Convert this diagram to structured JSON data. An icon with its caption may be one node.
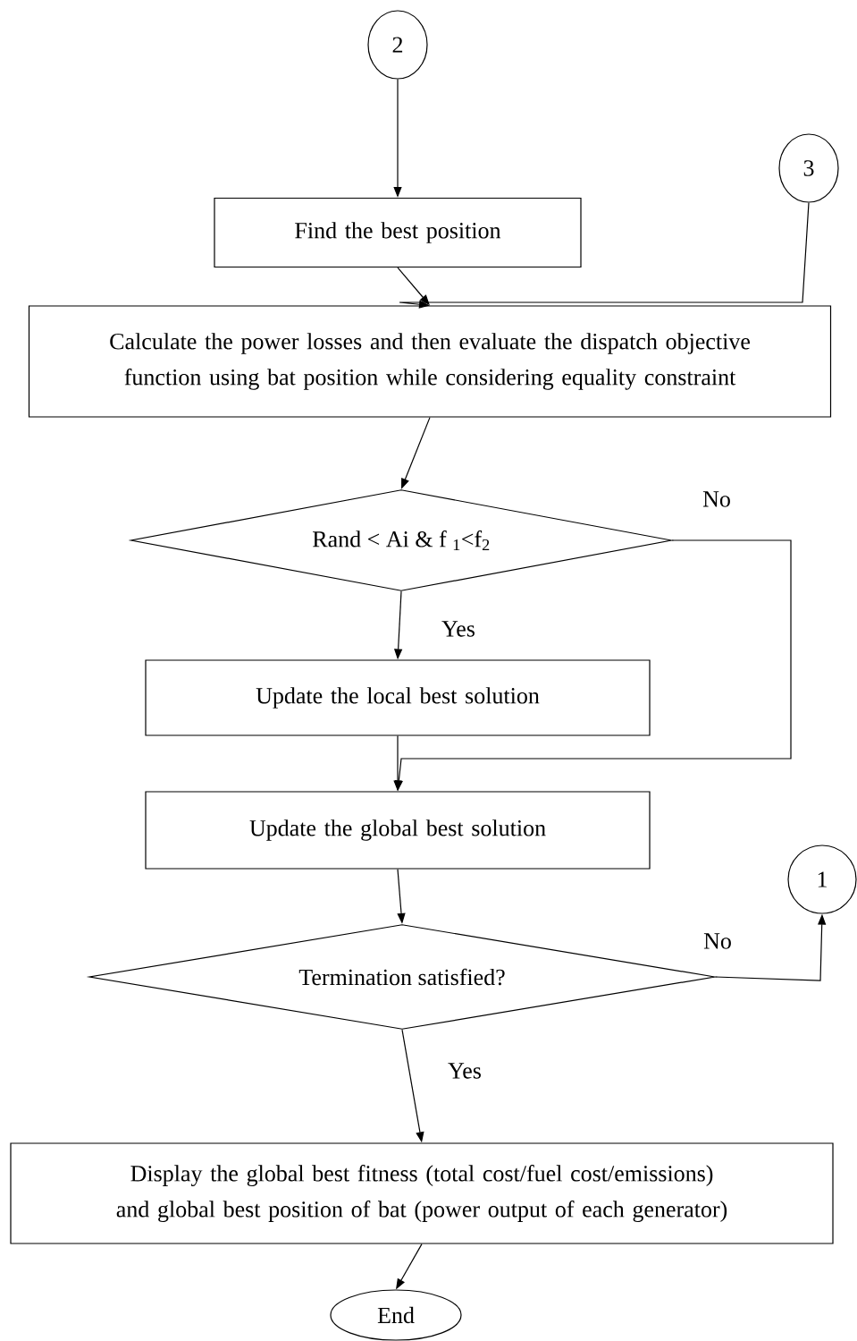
{
  "diagram": {
    "nodes": [
      {
        "text": [
          "2"
        ]
      },
      {
        "text": [
          "Find the best position"
        ]
      },
      {
        "text": [
          "Calculate the power losses and then evaluate the dispatch objective function using bat position while considering equality constraint"
        ]
      },
      {
        "text": [
          "3"
        ]
      },
      {
        "text": [
          "Rand < Ai & f $_{1}$<f$_{2}$"
        ]
      },
      {
        "text": [
          "Update the local best solution"
        ]
      },
      {
        "text": [
          "Update the global best solution"
        ]
      },
      {
        "text": [
          "1"
        ]
      },
      {
        "text": [
          "Termination satisfied?"
        ]
      },
      {
        "text": [
          "Display the global best fitness (total cost/fuel cost/emissions) and global best position of bat (power output of each generator)"
        ]
      },
      {
        "text": [
          "End"
        ]
      }
    ],
    "edges": [
      {
        "from": 0,
        "to": 1,
        "arrow": "to"
      },
      {
        "from": 1,
        "to": 2,
        "arrow": "to"
      },
      {
        "from": 3,
        "to": 2,
        "arrow": "to"
      },
      {
        "from": 2,
        "to": 4,
        "arrow": "to"
      },
      {
        "from": 4,
        "to": 5,
        "arrow": "to",
        "label": "Yes"
      },
      {
        "from": 4,
        "to": 6,
        "arrow": "to",
        "label": "No"
      },
      {
        "from": 5,
        "to": 6,
        "arrow": "to"
      },
      {
        "from": 6,
        "to": 8,
        "arrow": "to"
      },
      {
        "from": 8,
        "to": 7,
        "arrow": "to",
        "label": "No"
      },
      {
        "from": 8,
        "to": 9,
        "arrow": "to",
        "label": "Yes"
      },
      {
        "from": 9,
        "to": 10,
        "arrow": "to"
      }
    ]
  }
}
